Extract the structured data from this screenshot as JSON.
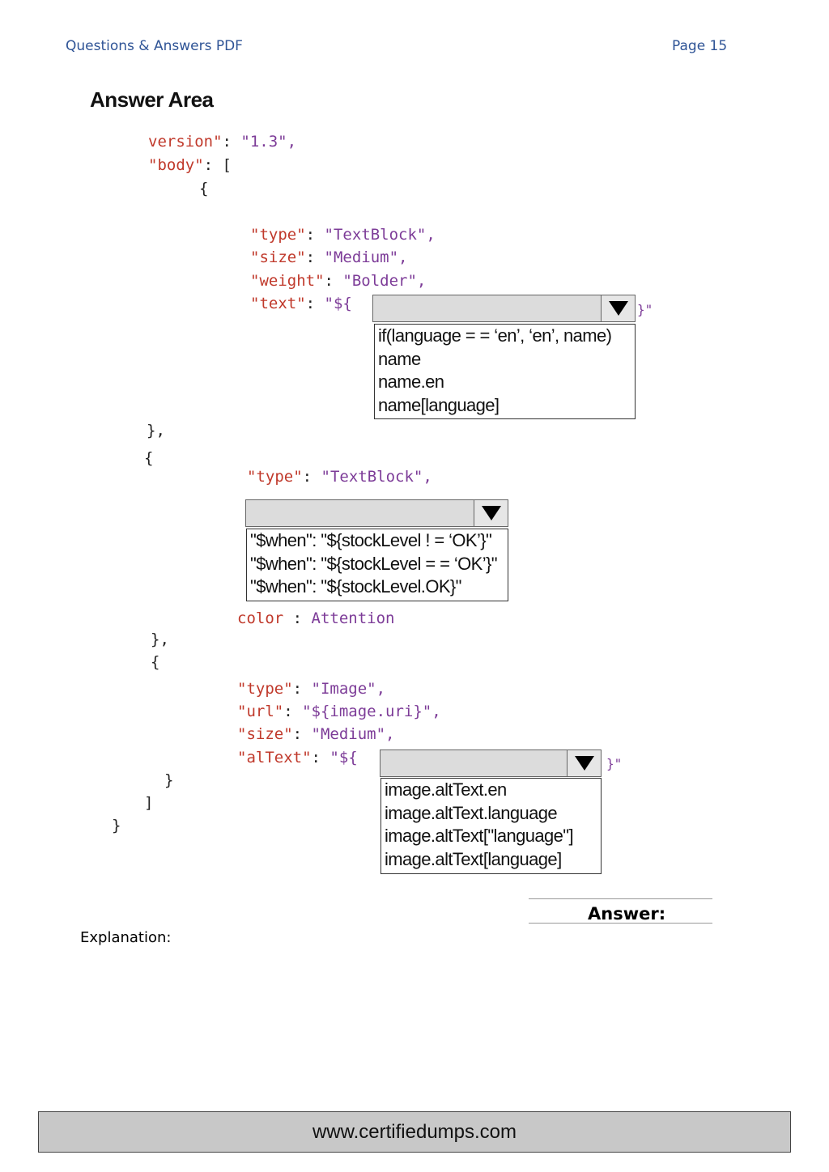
{
  "header": {
    "left": "Questions & Answers PDF",
    "right": "Page 15"
  },
  "answer_area": {
    "title": "Answer Area",
    "block1": {
      "version_key": "version\"",
      "version_val": "\"1.3\",",
      "body_key": "\"body\"",
      "body_open": ": [",
      "brace_open": "{",
      "type_key": "\"type\"",
      "type_val": "\"TextBlock\",",
      "size_key": "\"size\"",
      "size_val": "\"Medium\",",
      "weight_key": "\"weight\"",
      "weight_val": "\"Bolder\",",
      "text_key": "\"text\"",
      "text_prefix": "\"${",
      "text_suffix": "}\"",
      "dropdown_options": [
        "if(language = = ‘en’, ‘en’, name)",
        "name",
        "name.en",
        "name[language]"
      ],
      "close": "},"
    },
    "block2": {
      "brace_open": "{",
      "type_key": "\"type\"",
      "type_val": "\"TextBlock\",",
      "dropdown_options": [
        "\"$when\": \"${stockLevel ! = ‘OK’}\"",
        "\"$when\": \"${stockLevel = = ‘OK’}\"",
        "\"$when\": \"${stockLevel.OK}\""
      ],
      "color_key": "color",
      "color_sep": " : ",
      "color_val": "Attention",
      "close": "},"
    },
    "block3": {
      "brace_open": "{",
      "type_key": "\"type\"",
      "type_val": "\"Image\",",
      "url_key": "\"url\"",
      "url_val": "\"${image.uri}\",",
      "size_key": "\"size\"",
      "size_val": "\"Medium\",",
      "alt_key": "\"alText\"",
      "alt_prefix": "\"${",
      "alt_suffix": "}\"",
      "dropdown_options": [
        "image.altText.en",
        "image.altText.language",
        "image.altText[\"language\"]",
        "image.altText[language]"
      ],
      "close_brace": "}",
      "close_bracket": "]",
      "close_root": "}"
    }
  },
  "answer_label": "Answer:",
  "explanation_label": "Explanation:",
  "footer": "www.certifiedumps.com"
}
